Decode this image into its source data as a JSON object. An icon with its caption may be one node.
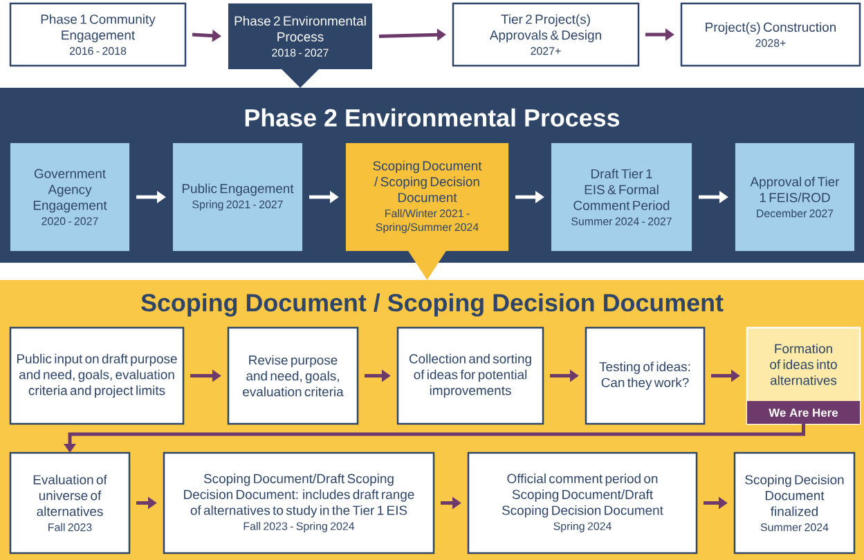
{
  "diagram": {
    "nodes": [
      {
        "text": [
          "Phase 1 Community Engagement",
          "2016 - 2018"
        ]
      },
      {
        "text": [
          "Phase 2 Environmental Process",
          "2018 - 2027"
        ]
      },
      {
        "text": [
          "Tier 2 Project(s) Approvals & Design",
          "2027+"
        ]
      },
      {
        "text": [
          "Project(s) Construction",
          "2028+"
        ]
      },
      {
        "text": [
          "Phase 2 Environmental Process"
        ]
      },
      {
        "text": [
          "Government Agency Engagement",
          "2020 - 2027"
        ],
        "in": 4
      },
      {
        "text": [
          "Public Engagement",
          "Spring 2021 - 2027"
        ],
        "in": 4
      },
      {
        "text": [
          "Scoping Document / Scoping Decision Document",
          "Fall/Winter 2021 - Spring/Summer 2024"
        ],
        "in": 4
      },
      {
        "text": [
          "Draft Tier 1 EIS & Formal Comment Period",
          "Summer 2024 - 2027"
        ],
        "in": 4
      },
      {
        "text": [
          "Approval of Tier 1 FEIS/ROD",
          "December 2027"
        ],
        "in": 4
      },
      {
        "text": [
          "Scoping Document / Scoping Decision Document"
        ]
      },
      {
        "text": [
          "Public input on draft purpose and need, goals, evaluation criteria and project limits"
        ],
        "in": 10
      },
      {
        "text": [
          "Revise purpose and need, goals, evaluation criteria"
        ],
        "in": 10
      },
      {
        "text": [
          "Collection and sorting of ideas for potential improvements"
        ],
        "in": 10
      },
      {
        "text": [
          "Testing of ideas: Can they work?"
        ],
        "in": 10
      },
      {
        "text": [
          "Formation of ideas into alternatives",
          "We Are Here"
        ],
        "in": 10
      },
      {
        "text": [
          "Evaluation of universe of alternatives",
          "Fall 2023"
        ],
        "in": 10
      },
      {
        "text": [
          "Scoping Document/Draft Scoping Decision Document: includes draft range of alternatives to study in the Tier 1 EIS",
          "Fall 2023 - Spring 2024"
        ],
        "in": 10
      },
      {
        "text": [
          "Official comment period on Scoping Document/Draft Scoping Decision Document",
          "Spring 2024"
        ],
        "in": 10
      },
      {
        "text": [
          "Scoping Decision Document finalized",
          "Summer 2024"
        ],
        "in": 10
      }
    ],
    "edges": [
      {
        "from": 0,
        "to": 1,
        "arrow": "to"
      },
      {
        "from": 1,
        "to": 2,
        "arrow": "to"
      },
      {
        "from": 2,
        "to": 3,
        "arrow": "to"
      },
      {
        "from": 5,
        "to": 6,
        "arrow": "to",
        "color": "#ffffff"
      },
      {
        "from": 6,
        "to": 7,
        "arrow": "to",
        "color": "#ffffff"
      },
      {
        "from": 7,
        "to": 8,
        "arrow": "to",
        "color": "#ffffff"
      },
      {
        "from": 8,
        "to": 9,
        "arrow": "to",
        "color": "#ffffff"
      },
      {
        "from": 11,
        "to": 12,
        "arrow": "to"
      },
      {
        "from": 12,
        "to": 13,
        "arrow": "to"
      },
      {
        "from": 13,
        "to": 14,
        "arrow": "to"
      },
      {
        "from": 14,
        "to": 15,
        "arrow": "to"
      },
      {
        "from": 15,
        "to": 16,
        "arrow": "to"
      },
      {
        "from": 16,
        "to": 17,
        "arrow": "to"
      },
      {
        "from": 17,
        "to": 18,
        "arrow": "to"
      },
      {
        "from": 18,
        "to": 19,
        "arrow": "to"
      }
    ]
  }
}
